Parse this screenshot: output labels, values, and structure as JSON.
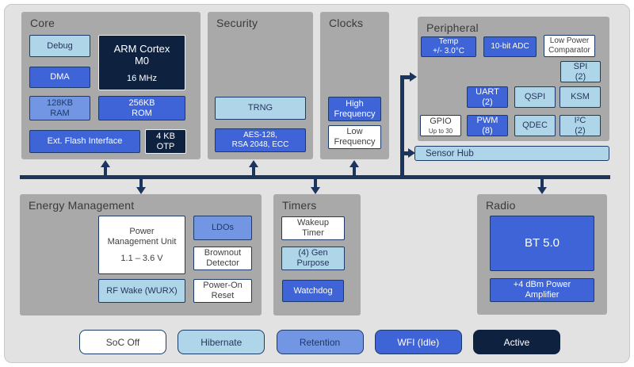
{
  "colors": {
    "soc_off": "#FFFFFF",
    "hibernate": "#AFD6E8",
    "retention": "#7296E4",
    "wfi_idle": "#3E64D8",
    "active": "#0E2240",
    "box_border": "#1B3A68",
    "bus": "#1B355F",
    "group_background": "#A9A9A9",
    "slide_background": "#E3E2E2"
  },
  "groups": {
    "core": {
      "title": "Core",
      "blocks": {
        "debug": {
          "label": "Debug",
          "state": "hibernate"
        },
        "arm": {
          "label": "ARM Cortex\nM0",
          "sublabel": "16 MHz",
          "state": "active"
        },
        "dma": {
          "label": "DMA",
          "state": "wfi"
        },
        "ram": {
          "label": "128KB\nRAM",
          "state": "retention"
        },
        "rom": {
          "label": "256KB\nROM",
          "state": "wfi"
        },
        "flash": {
          "label": "Ext. Flash Interface",
          "state": "wfi"
        },
        "otp": {
          "label": "4 KB\nOTP",
          "state": "active"
        }
      }
    },
    "security": {
      "title": "Security",
      "blocks": {
        "trng": {
          "label": "TRNG",
          "state": "hibernate"
        },
        "aes": {
          "label": "AES-128,\nRSA 2048, ECC",
          "state": "wfi"
        }
      }
    },
    "clocks": {
      "title": "Clocks",
      "blocks": {
        "hf": {
          "label": "High\nFrequency",
          "state": "wfi"
        },
        "lf": {
          "label": "Low\nFrequency",
          "state": "soc-off"
        }
      }
    },
    "peripheral": {
      "title": "Peripheral",
      "blocks": {
        "temp": {
          "label": "Temp\n+/- 3.0°C",
          "state": "wfi"
        },
        "adc": {
          "label": "10-bit ADC",
          "state": "wfi"
        },
        "lpc": {
          "label": "Low Power\nComparator",
          "state": "soc-off"
        },
        "spi": {
          "label": "SPI\n(2)",
          "state": "hibernate"
        },
        "uart": {
          "label": "UART\n(2)",
          "state": "wfi"
        },
        "qspi": {
          "label": "QSPI",
          "state": "hibernate"
        },
        "ksm": {
          "label": "KSM",
          "state": "hibernate"
        },
        "gpio": {
          "label": "GPIO",
          "sublabel": "Up to 30",
          "state": "soc-off"
        },
        "pwm": {
          "label": "PWM\n(8)",
          "state": "wfi"
        },
        "qdec": {
          "label": "QDEC",
          "state": "hibernate"
        },
        "i2c": {
          "label": "I²C\n(2)",
          "state": "hibernate"
        }
      }
    },
    "sensor_hub": {
      "label": "Sensor Hub",
      "state": "hibernate"
    },
    "energy": {
      "title": "Energy Management",
      "blocks": {
        "pmu": {
          "label": "Power\nManagement Unit",
          "sublabel": "1.1 – 3.6 V",
          "state": "soc-off"
        },
        "ldos": {
          "label": "LDOs",
          "state": "retention"
        },
        "brownout": {
          "label": "Brownout\nDetector",
          "state": "soc-off"
        },
        "rfwake": {
          "label": "RF Wake (WURX)",
          "state": "hibernate"
        },
        "por": {
          "label": "Power-On\nReset",
          "state": "soc-off"
        }
      }
    },
    "timers": {
      "title": "Timers",
      "blocks": {
        "wakeup": {
          "label": "Wakeup\nTimer",
          "state": "soc-off"
        },
        "gen": {
          "label": "(4) Gen\nPurpose",
          "state": "hibernate"
        },
        "watchdog": {
          "label": "Watchdog",
          "state": "wfi"
        }
      }
    },
    "radio": {
      "title": "Radio",
      "blocks": {
        "bt": {
          "label": "BT 5.0",
          "state": "wfi"
        },
        "pa": {
          "label": "+4 dBm Power\nAmplifier",
          "state": "wfi"
        }
      }
    }
  },
  "legend": {
    "soc_off": "SoC Off",
    "hibernate": "Hibernate",
    "retention": "Retention",
    "wfi": "WFI (Idle)",
    "active": "Active"
  }
}
